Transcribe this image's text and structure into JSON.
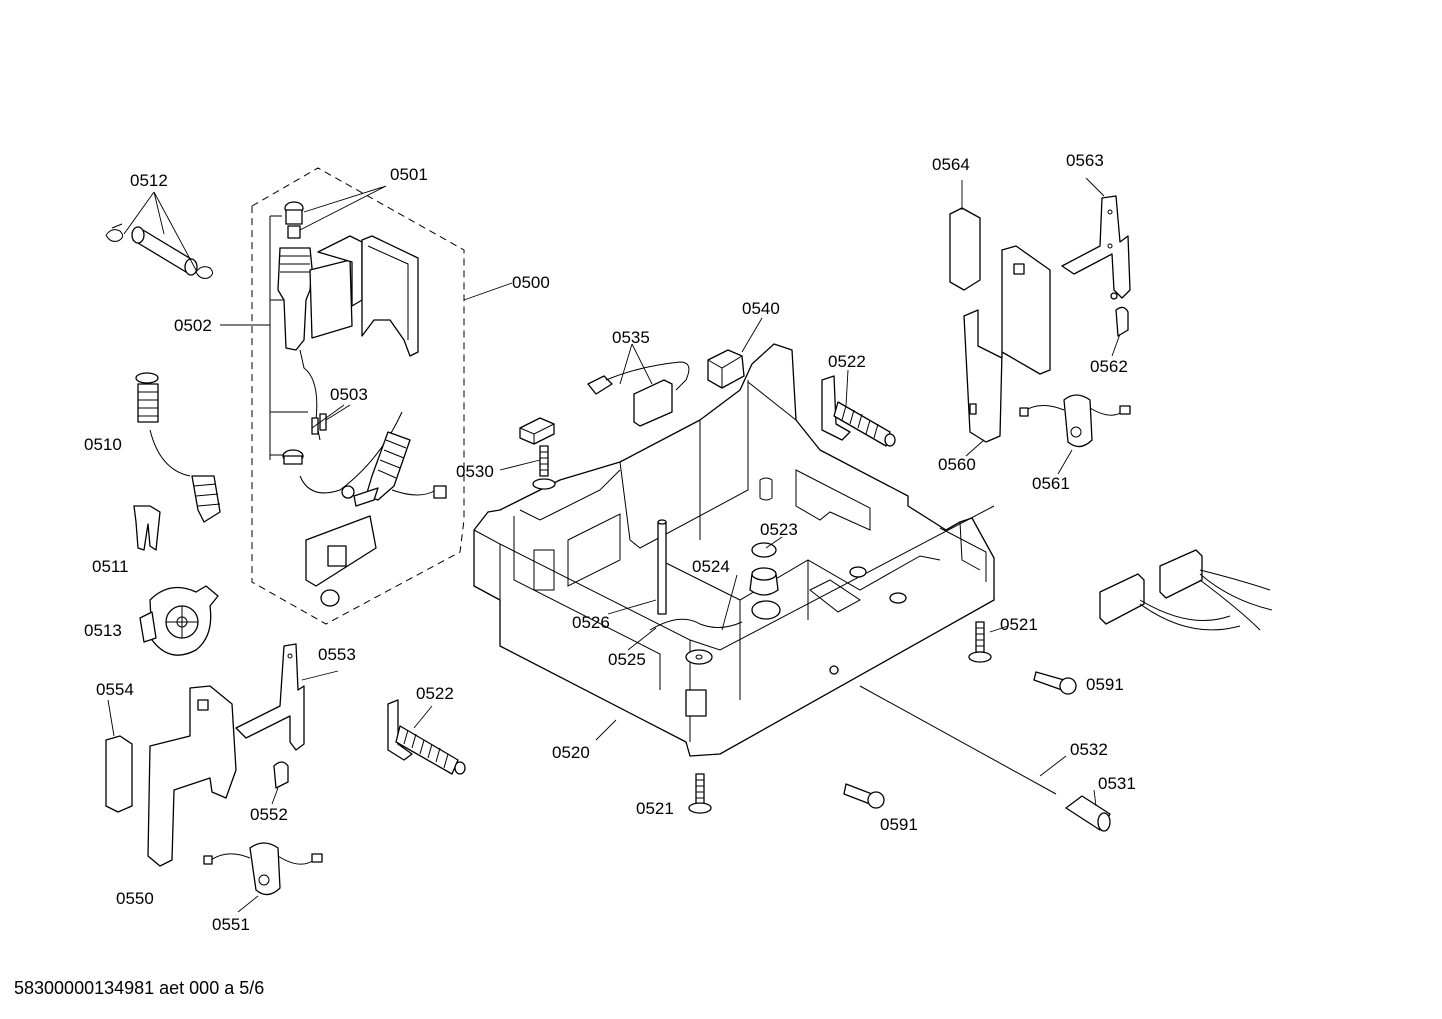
{
  "labels": {
    "p0500": "0500",
    "p0501": "0501",
    "p0502": "0502",
    "p0503": "0503",
    "p0510": "0510",
    "p0511": "0511",
    "p0512": "0512",
    "p0513": "0513",
    "p0520": "0520",
    "p0521a": "0521",
    "p0521b": "0521",
    "p0522a": "0522",
    "p0522b": "0522",
    "p0523": "0523",
    "p0524": "0524",
    "p0525": "0525",
    "p0526": "0526",
    "p0530": "0530",
    "p0531": "0531",
    "p0532": "0532",
    "p0535": "0535",
    "p0540": "0540",
    "p0550": "0550",
    "p0551": "0551",
    "p0552": "0552",
    "p0553": "0553",
    "p0554": "0554",
    "p0560": "0560",
    "p0561": "0561",
    "p0562": "0562",
    "p0563": "0563",
    "p0564": "0564",
    "p0591a": "0591",
    "p0591b": "0591"
  },
  "footer": "58300000134981 aet 000 a 5/6"
}
